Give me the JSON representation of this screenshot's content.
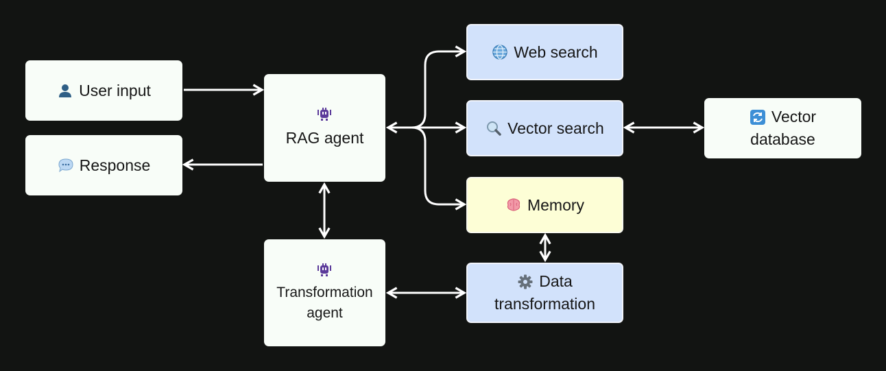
{
  "nodes": {
    "user_input": {
      "label": "User input",
      "icon": "user-icon"
    },
    "response": {
      "label": "Response",
      "icon": "speech-bubble-icon"
    },
    "rag_agent": {
      "label": "RAG agent",
      "icon": "robot-icon"
    },
    "transformation_agent": {
      "line1": "Transformation",
      "line2": "agent",
      "icon": "robot-icon"
    },
    "web_search": {
      "label": "Web search",
      "icon": "globe-icon"
    },
    "vector_search": {
      "label": "Vector search",
      "icon": "magnifier-icon"
    },
    "memory": {
      "label": "Memory",
      "icon": "brain-icon"
    },
    "data_transformation": {
      "line1": "Data",
      "line2": "transformation",
      "icon": "gear-icon"
    },
    "vector_database": {
      "line1": "Vector",
      "line2": "database",
      "icon": "refresh-icon"
    }
  },
  "colors": {
    "background": "#121412",
    "node_white": "#f8fdf8",
    "node_blue": "#d2e2fb",
    "node_yellow": "#fdfed6",
    "edge": "#ffffff",
    "robot": "#5b3a9a"
  }
}
